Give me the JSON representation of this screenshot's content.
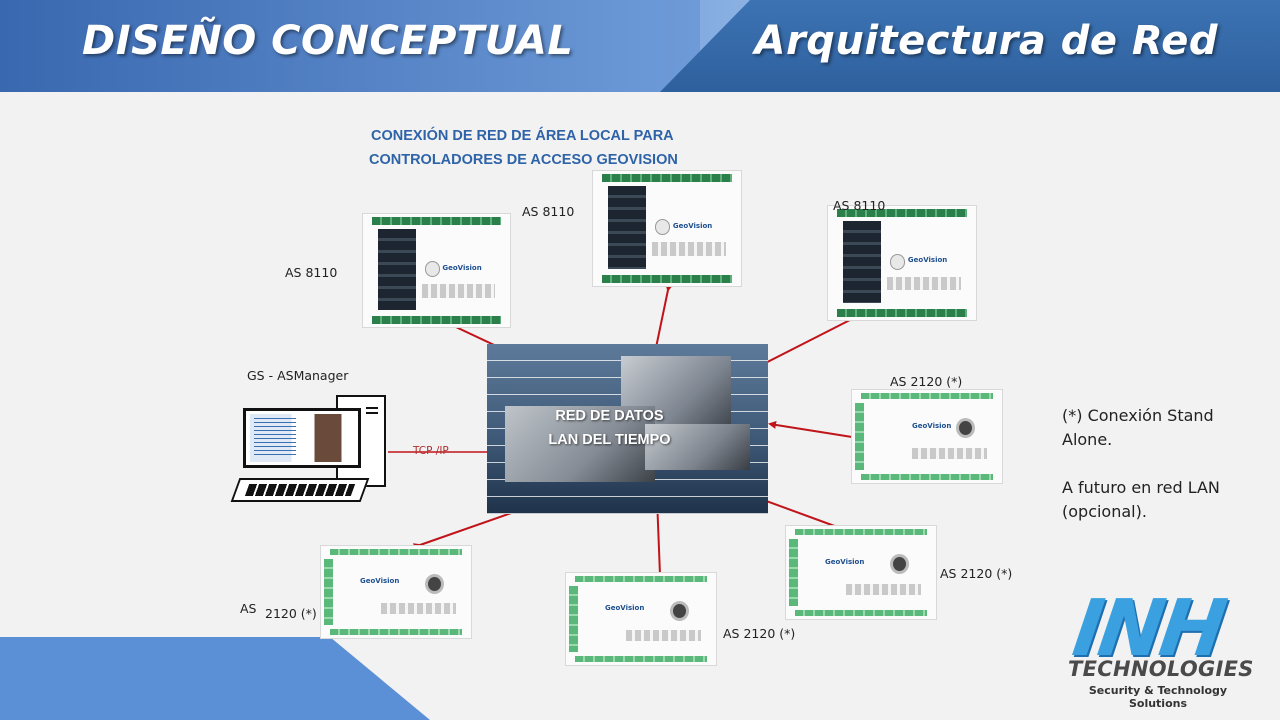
{
  "header": {
    "title_left": "DISEÑO CONCEPTUAL",
    "title_right": "Arquitectura de Red"
  },
  "diagram": {
    "heading_line1": "CONEXIÓN DE RED DE ÁREA LOCAL PARA",
    "heading_line2": "CONTROLADORES  DE ACCESO GEOVISION",
    "network_line1": "RED DE DATOS",
    "network_line2": "LAN DEL TIEMPO",
    "manager_label": "GS - ASManager",
    "link_label": "TCP  /IP",
    "controllers": {
      "c1": "AS  8110",
      "c2": "AS  8110",
      "c3": "AS  8110",
      "c4": "AS  2120 (*)",
      "c5": "AS  2120 (*)",
      "c6": "AS  2120 (*)",
      "c7_prefix": "AS",
      "c7_suffix": "2120 (*)"
    },
    "board_brand": "GeoVision",
    "note_line1": "(*) Conexión  Stand Alone.",
    "note_line2": "A futuro en red LAN (opcional)."
  },
  "logo": {
    "mark": "INH",
    "name": "TECHNOLOGIES",
    "tagline": "Security & Technology Solutions"
  },
  "colors": {
    "header_dark": "#2f609e",
    "header_light": "#6f9cd8",
    "heading_blue": "#2e63a8",
    "arrow_red": "#c0141a",
    "logo_blue": "#3aa0e0"
  }
}
